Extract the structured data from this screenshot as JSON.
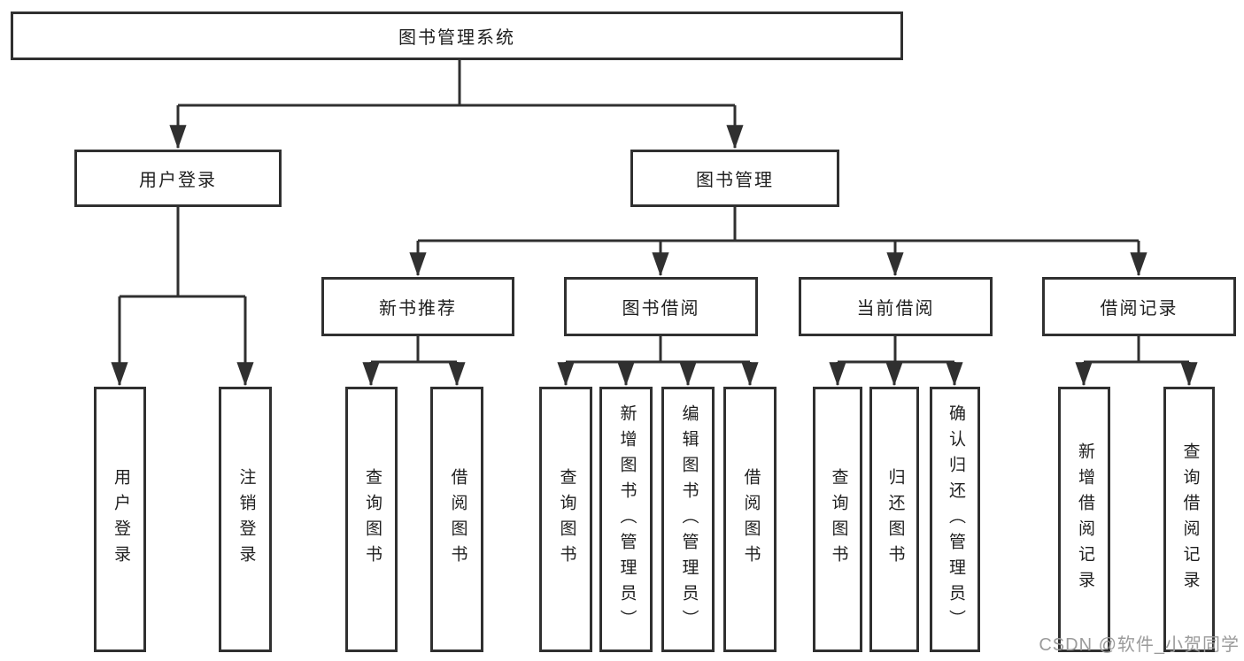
{
  "tree": {
    "root": {
      "label": "图书管理系统",
      "children": [
        {
          "label": "用户登录",
          "children": [
            {
              "label": "用户登录"
            },
            {
              "label": "注销登录"
            }
          ]
        },
        {
          "label": "图书管理",
          "children": [
            {
              "label": "新书推荐",
              "children": [
                {
                  "label": "查询图书"
                },
                {
                  "label": "借阅图书"
                }
              ]
            },
            {
              "label": "图书借阅",
              "children": [
                {
                  "label": "查询图书"
                },
                {
                  "label": "新增图书（管理员）"
                },
                {
                  "label": "编辑图书（管理员）"
                },
                {
                  "label": "借阅图书"
                }
              ]
            },
            {
              "label": "当前借阅",
              "children": [
                {
                  "label": "查询图书"
                },
                {
                  "label": "归还图书"
                },
                {
                  "label": "确认归还（管理员）"
                }
              ]
            },
            {
              "label": "借阅记录",
              "children": [
                {
                  "label": "新增借阅记录"
                },
                {
                  "label": "查询借阅记录"
                }
              ]
            }
          ]
        }
      ]
    }
  },
  "watermark": {
    "text": "CSDN @软件_小贺同学"
  },
  "colors": {
    "line": "#303030",
    "text": "#1f1f1f",
    "watermark": "#9b9b9b",
    "background": "#ffffff"
  }
}
